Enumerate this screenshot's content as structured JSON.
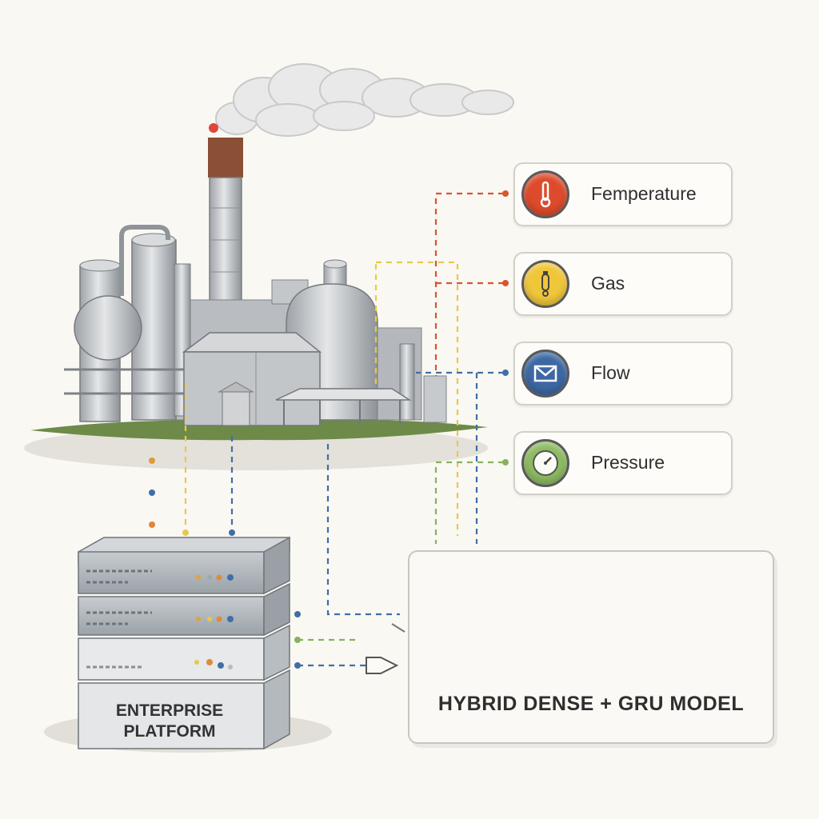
{
  "sensors": [
    {
      "label": "Femperature",
      "icon": "thermometer-icon",
      "color": "#dd4b2c"
    },
    {
      "label": "Gas",
      "icon": "gas-cylinder-icon",
      "color": "#f0c63b"
    },
    {
      "label": "Flow",
      "icon": "envelope-icon",
      "color": "#3d68a3"
    },
    {
      "label": "Pressure",
      "icon": "gauge-icon",
      "color": "#8dbb62"
    }
  ],
  "platform": {
    "line1": "ENTERPRISE",
    "line2": "PLATFORM"
  },
  "model": {
    "title": "HYBRID DENSE + GRU MODEL"
  },
  "colors": {
    "temperature_line": "#d9542f",
    "gas_line": "#e8c94a",
    "flow_line": "#3f6fa7",
    "pressure_line": "#86b25c",
    "node_blue": "#8fb0cf",
    "node_orange": "#f0a030",
    "node_green": "#cfe0b4"
  }
}
